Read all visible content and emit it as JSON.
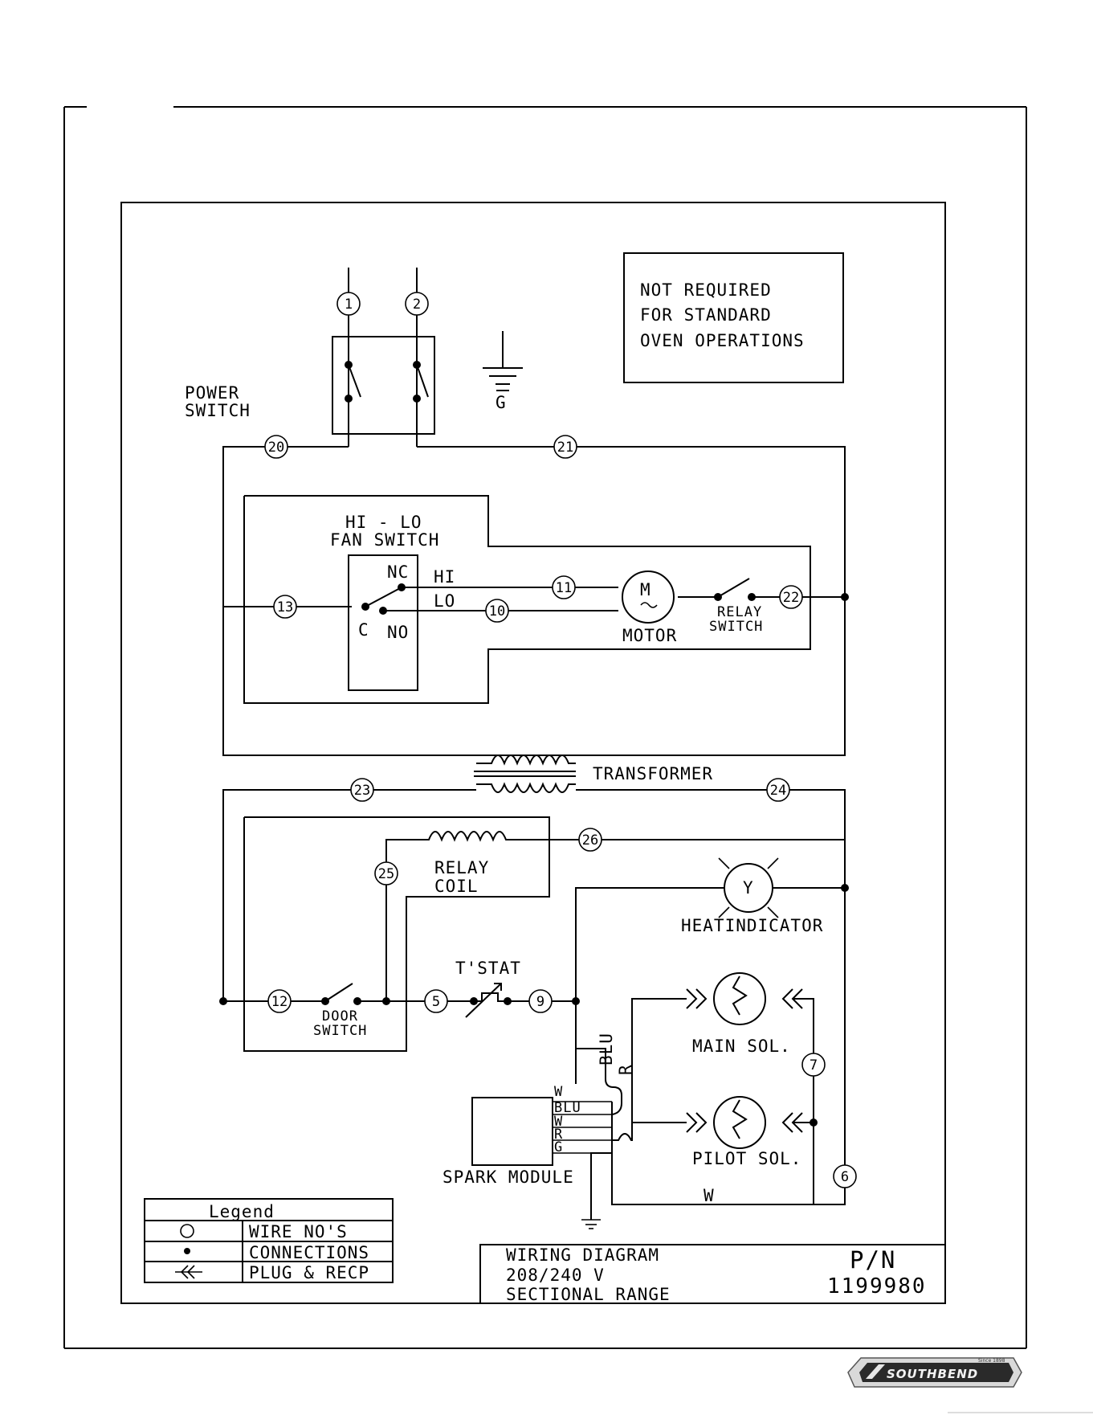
{
  "note": [
    "NOT REQUIRED",
    "FOR STANDARD",
    "OVEN OPERATIONS"
  ],
  "ground_label": "G",
  "wire_numbers": {
    "w1": "1",
    "w2": "2",
    "w5": "5",
    "w6": "6",
    "w7": "7",
    "w9": "9",
    "w10": "10",
    "w11": "11",
    "w12": "12",
    "w13": "13",
    "w20": "20",
    "w21": "21",
    "w22": "22",
    "w23": "23",
    "w24": "24",
    "w25": "25",
    "w26": "26"
  },
  "labels": {
    "power_switch": [
      "POWER",
      "SWITCH"
    ],
    "fan_switch": [
      "HI - LO",
      "FAN SWITCH"
    ],
    "nc": "NC",
    "no": "NO",
    "c": "C",
    "hi": "HI",
    "lo": "LO",
    "motor_symbol": "M",
    "motor": "MOTOR",
    "relay_switch": [
      "RELAY",
      "SWITCH"
    ],
    "transformer": "TRANSFORMER",
    "relay_coil": [
      "RELAY",
      "COIL"
    ],
    "indicator_symbol": "Y",
    "heat_indicator": "HEATINDICATOR",
    "tstat": "T'STAT",
    "door_switch": [
      "DOOR",
      "SWITCH"
    ],
    "blu": "BLU",
    "r": "R",
    "main_sol": "MAIN SOL.",
    "pilot_sol": "PILOT SOL.",
    "module_pins": [
      "W",
      "BLU",
      "W",
      "R",
      "G"
    ],
    "spark_module": "SPARK MODULE",
    "w_bottom": "W"
  },
  "legend": {
    "title": "Legend",
    "rows": [
      "WIRE NO'S",
      "CONNECTIONS",
      "PLUG & RECP"
    ]
  },
  "title_block": {
    "lines": [
      "WIRING DIAGRAM",
      "208/240 V",
      "SECTIONAL RANGE"
    ],
    "pn_label": "P/N",
    "pn_value": "1199980"
  },
  "logo": {
    "brand": "SOUTHBEND",
    "since": "Since 1898"
  }
}
